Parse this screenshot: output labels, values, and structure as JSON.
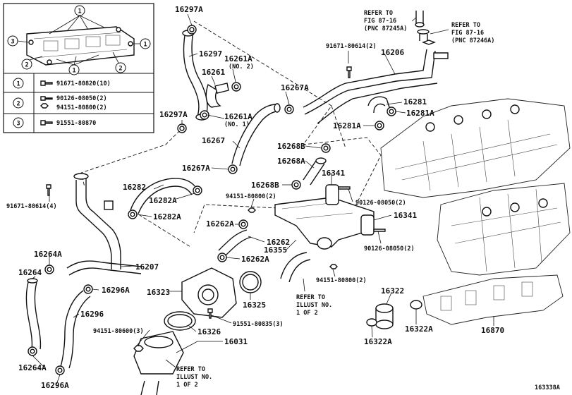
{
  "legend": {
    "callout_numbers": [
      "1",
      "2",
      "3"
    ],
    "rows": [
      {
        "callout": "1",
        "lines": [
          "91671-80820(10)"
        ]
      },
      {
        "callout": "2",
        "lines": [
          "90126-08050(2)",
          "94151-80800(2)"
        ]
      },
      {
        "callout": "3",
        "lines": [
          "91551-80870"
        ]
      }
    ]
  },
  "labels": {
    "l16297A_top": "16297A",
    "l16297": "16297",
    "l16261A_no2": "16261A",
    "l16261A_no2_sub": "(NO. 2)",
    "l16261": "16261",
    "l16297A_left": "16297A",
    "l16261A_no1": "16261A",
    "l16261A_no1_sub": "(NO. 1)",
    "l16267": "16267",
    "l16267A_left": "16267A",
    "l16267A_right": "16267A",
    "l16282": "16282",
    "l16282A_top": "16282A",
    "l16282A_bot": "16282A",
    "l91671_left": "91671-80614(4)",
    "l16264A_top": "16264A",
    "l16264": "16264",
    "l16207": "16207",
    "l16296A_top": "16296A",
    "l16296": "16296",
    "l16264A_bot": "16264A",
    "l16296A_bot": "16296A",
    "l91671_top": "91671-80614(2)",
    "l16206": "16206",
    "l16281": "16281",
    "l16281A_right": "16281A",
    "l16281A_left": "16281A",
    "l16268B_top": "16268B",
    "l16268A": "16268A",
    "l16268B_bot": "16268B",
    "l16341_top": "16341",
    "l94151_mid": "94151-80800(2)",
    "l90126_right": "90126-08050(2)",
    "l16341_right": "16341",
    "l90126_lower": "90126-08050(2)",
    "l16262A_top": "16262A",
    "l16262": "16262",
    "l16355": "16355",
    "l16262A_bot": "16262A",
    "l94151_lower": "94151-80800(2)",
    "l16323": "16323",
    "l16325": "16325",
    "l91551": "91551-80835(3)",
    "l94151_bot": "94151-80600(3)",
    "l16326": "16326",
    "l16031": "16031",
    "l16322": "16322",
    "l16322A_left": "16322A",
    "l16322A_right": "16322A",
    "l16870": "16870",
    "diagram_code": "163338A"
  },
  "references": {
    "ref_top_left": [
      "REFER TO",
      "FIG 87-16",
      "(PNC 87245A)"
    ],
    "ref_top_right": [
      "REFER TO",
      "FIG 87-16",
      "(PNC 87246A)"
    ],
    "ref_mid": [
      "REFER TO",
      "ILLUST NO.",
      "1 OF 2"
    ],
    "ref_bottom": [
      "REFER TO",
      "ILLUST NO.",
      "1 OF 2"
    ]
  }
}
